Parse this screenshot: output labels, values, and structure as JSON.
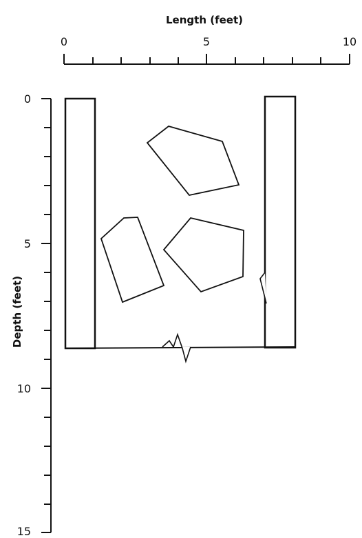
{
  "top_axis": {
    "title": "Length (feet)",
    "ticks": [
      "0",
      "5",
      "10"
    ]
  },
  "left_axis": {
    "title": "Depth (feet)",
    "ticks": [
      "0",
      "5",
      "10",
      "15"
    ]
  }
}
